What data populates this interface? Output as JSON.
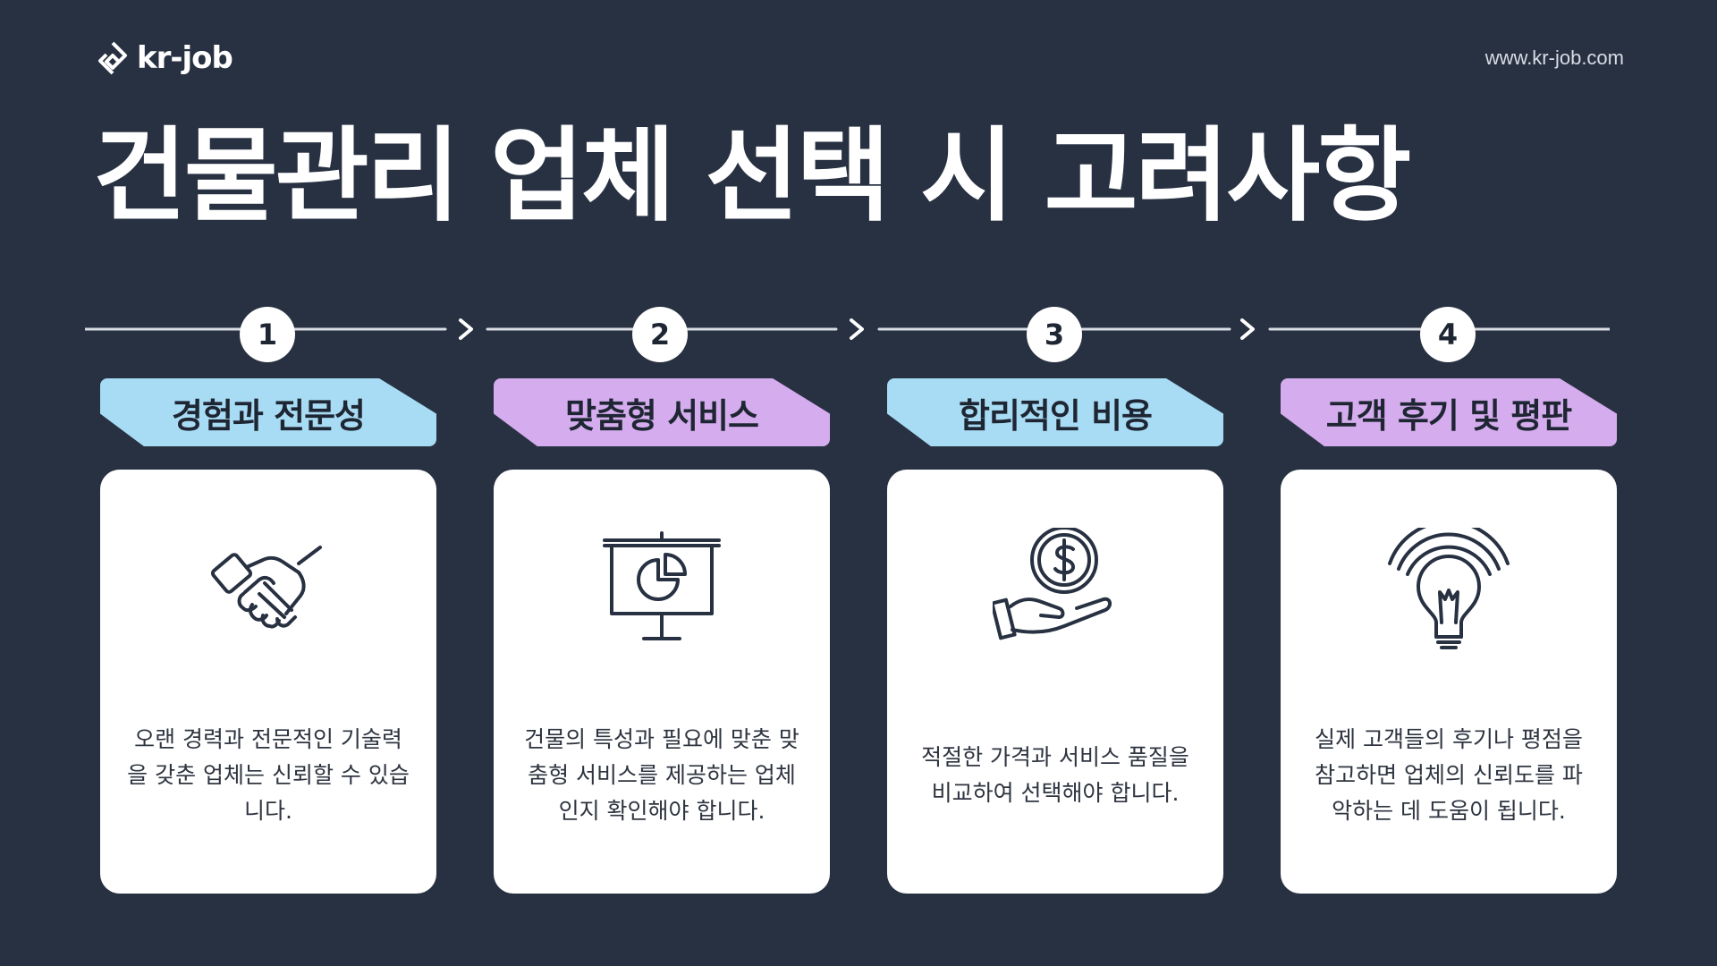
{
  "header": {
    "logo_text": "kr-job",
    "url": "www.kr-job.com"
  },
  "title": "건물관리 업체 선택 시 고려사항",
  "colors": {
    "background": "#283142",
    "ribbon_blue": "#a8dcf4",
    "ribbon_purple": "#d5acee",
    "card": "#ffffff",
    "icon_stroke": "#283142"
  },
  "steps": [
    {
      "number": "1",
      "title": "경험과 전문성",
      "description": "오랜 경력과 전문적인 기술력을 갖춘 업체는 신뢰할 수 있습니다.",
      "icon": "handshake-icon",
      "ribbon_color": "blue"
    },
    {
      "number": "2",
      "title": "맞춤형 서비스",
      "description": "건물의 특성과 필요에 맞춘 맞춤형 서비스를 제공하는 업체인지 확인해야 합니다.",
      "icon": "presentation-chart-icon",
      "ribbon_color": "purple"
    },
    {
      "number": "3",
      "title": "합리적인 비용",
      "description": "적절한 가격과 서비스 품질을 비교하여 선택해야 합니다.",
      "icon": "hand-coin-icon",
      "ribbon_color": "blue"
    },
    {
      "number": "4",
      "title": "고객 후기 및 평판",
      "description": "실제 고객들의 후기나 평점을 참고하면 업체의 신뢰도를 파악하는 데 도움이 됩니다.",
      "icon": "lightbulb-icon",
      "ribbon_color": "purple"
    }
  ]
}
